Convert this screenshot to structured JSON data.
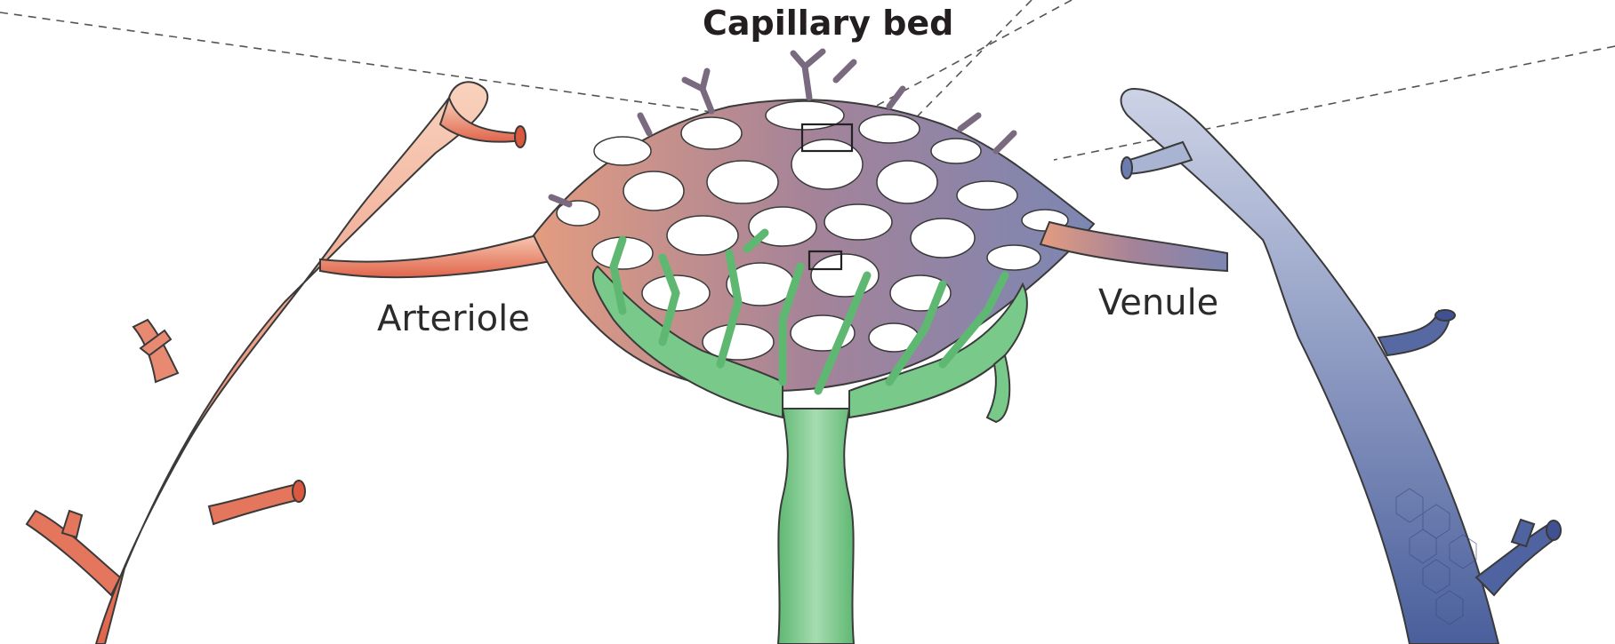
{
  "labels": {
    "capillary_bed": "Capillary bed",
    "arteriole": "Arteriole",
    "venule": "Venule"
  },
  "colors": {
    "arteriole_light": "#f9d2bd",
    "arteriole_dark": "#e0654b",
    "capillary_mid": "#9a7d99",
    "venule_light": "#cdd3e6",
    "venule_dark": "#4a5f9c",
    "lymphatic_green": "#79c98b",
    "outline": "#3a3a3a"
  }
}
